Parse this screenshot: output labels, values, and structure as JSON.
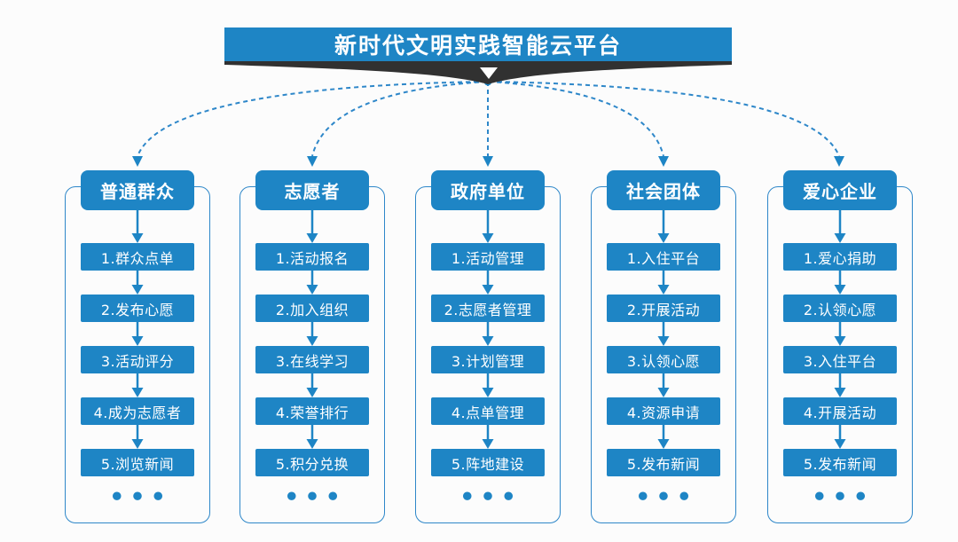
{
  "title": "新时代文明实践智能云平台",
  "ellipsis": "•••",
  "icons": {
    "fold_down_arrow": "▼",
    "step_down_arrow": "↓",
    "connector_dot": "•",
    "dashed_connector_arrow": "▼"
  },
  "colors": {
    "primary_blue": "#1E85C5",
    "border_blue": "#2E87C9",
    "dark_ribbon": "#313131",
    "background": "#FCFCFC",
    "text_white": "#FFFFFF"
  },
  "columns": [
    {
      "title": "普通群众",
      "items": [
        "1.群众点单",
        "2.发布心愿",
        "3.活动评分",
        "4.成为志愿者",
        "5.浏览新闻"
      ]
    },
    {
      "title": "志愿者",
      "items": [
        "1.活动报名",
        "2.加入组织",
        "3.在线学习",
        "4.荣誉排行",
        "5.积分兑换"
      ]
    },
    {
      "title": "政府单位",
      "items": [
        "1.活动管理",
        "2.志愿者管理",
        "3.计划管理",
        "4.点单管理",
        "5.阵地建设"
      ]
    },
    {
      "title": "社会团体",
      "items": [
        "1.入住平台",
        "2.开展活动",
        "3.认领心愿",
        "4.资源申请",
        "5.发布新闻"
      ]
    },
    {
      "title": "爱心企业",
      "items": [
        "1.爱心捐助",
        "2.认领心愿",
        "3.入住平台",
        "4.开展活动",
        "5.发布新闻"
      ]
    }
  ]
}
